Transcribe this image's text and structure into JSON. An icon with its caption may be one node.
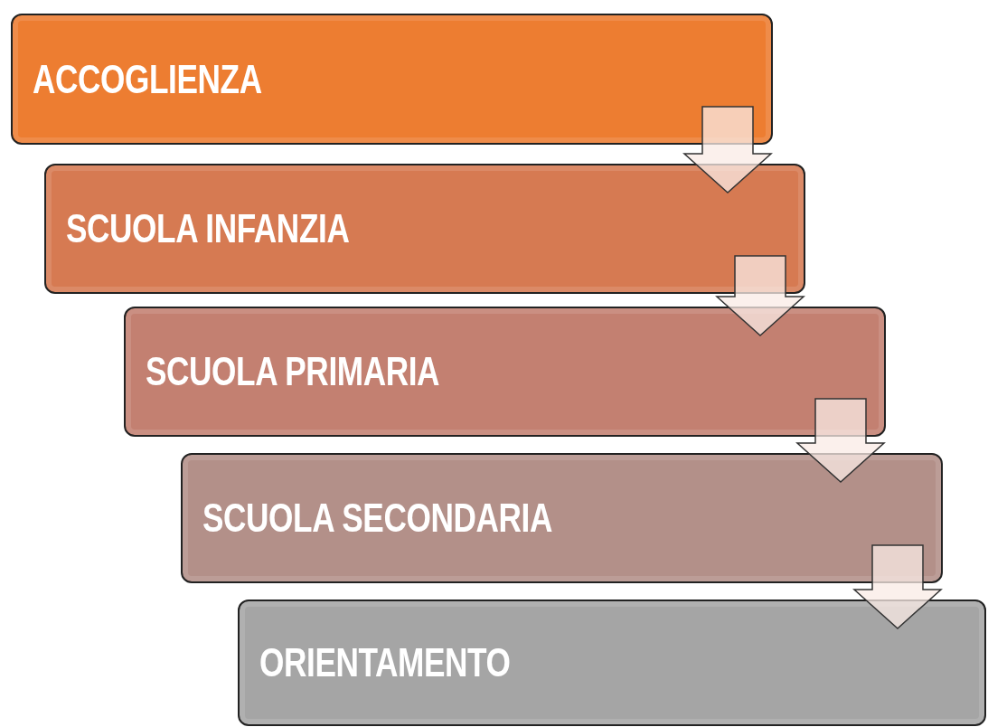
{
  "diagram": {
    "nodes": [
      {
        "text": [
          "ACCOGLIENZA"
        ]
      },
      {
        "text": [
          "SCUOLA INFANZIA"
        ]
      },
      {
        "text": [
          "SCUOLA PRIMARIA"
        ]
      },
      {
        "text": [
          "SCUOLA SECONDARIA"
        ]
      },
      {
        "text": [
          "ORIENTAMENTO"
        ]
      }
    ],
    "edges": [
      {
        "from": 0,
        "to": 1,
        "arrow": "to"
      },
      {
        "from": 1,
        "to": 2,
        "arrow": "to"
      },
      {
        "from": 2,
        "to": 3,
        "arrow": "to"
      },
      {
        "from": 3,
        "to": 4,
        "arrow": "to"
      }
    ]
  }
}
